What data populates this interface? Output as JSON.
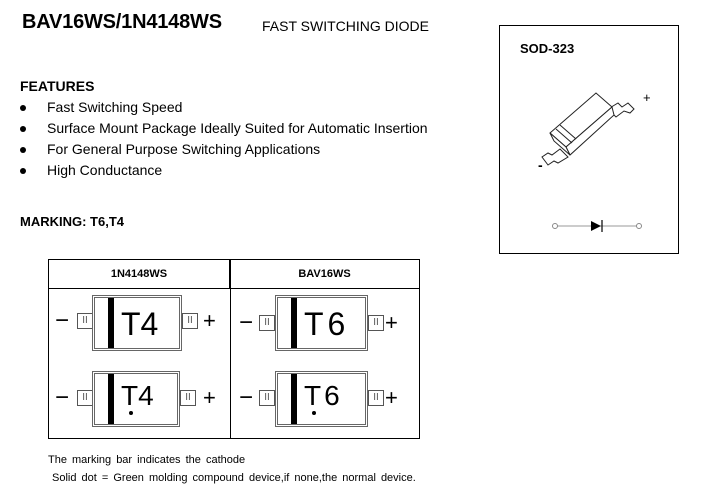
{
  "header": {
    "title": "BAV16WS/1N4148WS",
    "subtitle": "FAST SWITCHING DIODE"
  },
  "features": {
    "heading": "FEATURES",
    "items": [
      "Fast Switching Speed",
      "Surface Mount Package Ideally Suited for Automatic Insertion",
      "For General Purpose Switching Applications",
      "High Conductance"
    ]
  },
  "marking": {
    "heading": "MARKING: T6,T4",
    "columns": [
      {
        "part": "1N4148WS",
        "code": "T4",
        "variants": [
          {
            "code": "T4",
            "dot": false,
            "minus": "−",
            "plus": "+",
            "lead": "II"
          },
          {
            "code": "T4",
            "dot": true,
            "minus": "−",
            "plus": "+",
            "lead": "II"
          }
        ]
      },
      {
        "part": "BAV16WS",
        "code": "T6",
        "variants": [
          {
            "code": "T6",
            "dot": false,
            "minus": "−",
            "plus": "+",
            "lead": "II"
          },
          {
            "code": "T6",
            "dot": true,
            "minus": "−",
            "plus": "+",
            "lead": "II"
          }
        ]
      }
    ]
  },
  "package": {
    "name": "SOD-323",
    "plus_label": "+",
    "minus_label": "-"
  },
  "notes": {
    "line1": "The marking bar indicates the cathode",
    "line2": "Solid dot = Green molding compound device,if none,the normal device."
  }
}
